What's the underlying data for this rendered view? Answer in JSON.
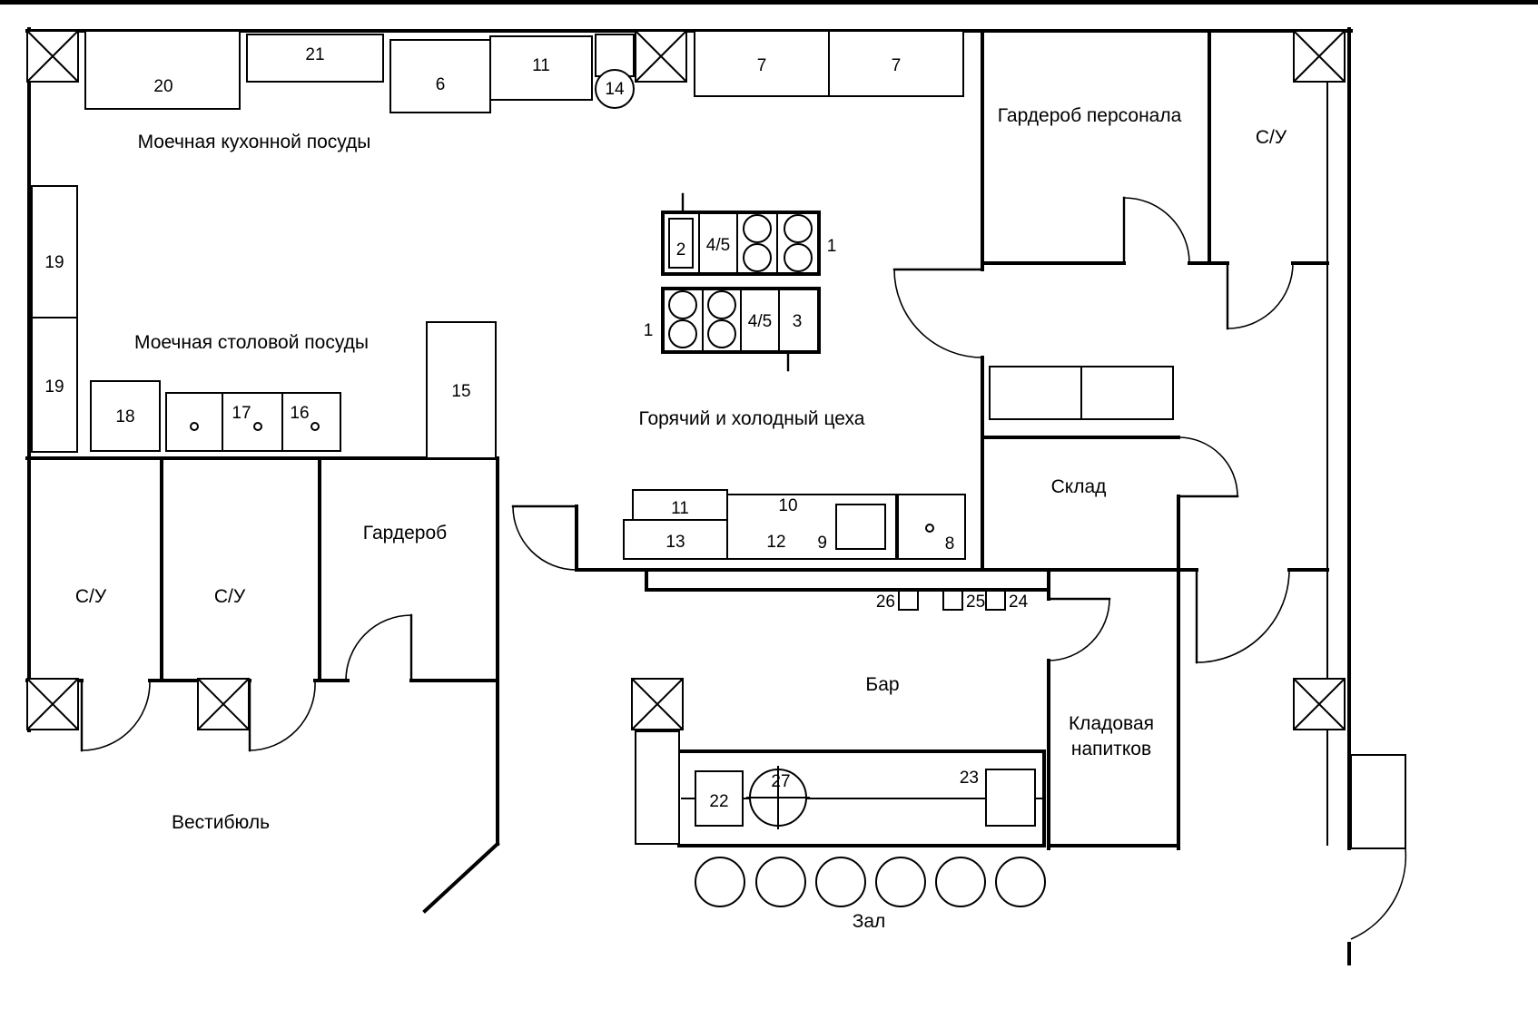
{
  "colors": {
    "ink": "#000000",
    "background": "#ffffff"
  },
  "rooms": {
    "kitchen_washing": "Моечная кухонной посуды",
    "tableware_washing": "Моечная столовой посуды",
    "staff_wardrobe": "Гардероб персонала",
    "wc_top": "С/У",
    "hot_cold": "Горячий и холодный цеха",
    "warehouse": "Склад",
    "wardrobe": "Гардероб",
    "wc_left_1": "С/У",
    "wc_left_2": "С/У",
    "vestibule": "Вестибюль",
    "bar": "Бар",
    "beverage_line1": "Кладовая",
    "beverage_line2": "напитков",
    "hall": "Зал"
  },
  "equipment": {
    "n20": "20",
    "n21": "21",
    "n6": "6",
    "n11_top": "11",
    "n14": "14",
    "n7_left": "7",
    "n7_right": "7",
    "n19_top": "19",
    "n19_bottom": "19",
    "n18": "18",
    "n17": "17",
    "n16": "16",
    "n15": "15",
    "n2": "2",
    "n45_top": "4/5",
    "n1_right": "1",
    "n1_left": "1",
    "n45_bottom": "4/5",
    "n3": "3",
    "n11_mid": "11",
    "n13": "13",
    "n10": "10",
    "n12": "12",
    "n9": "9",
    "n8": "8",
    "n26": "26",
    "n25": "25",
    "n24": "24",
    "n22": "22",
    "n27": "27",
    "n23": "23"
  }
}
